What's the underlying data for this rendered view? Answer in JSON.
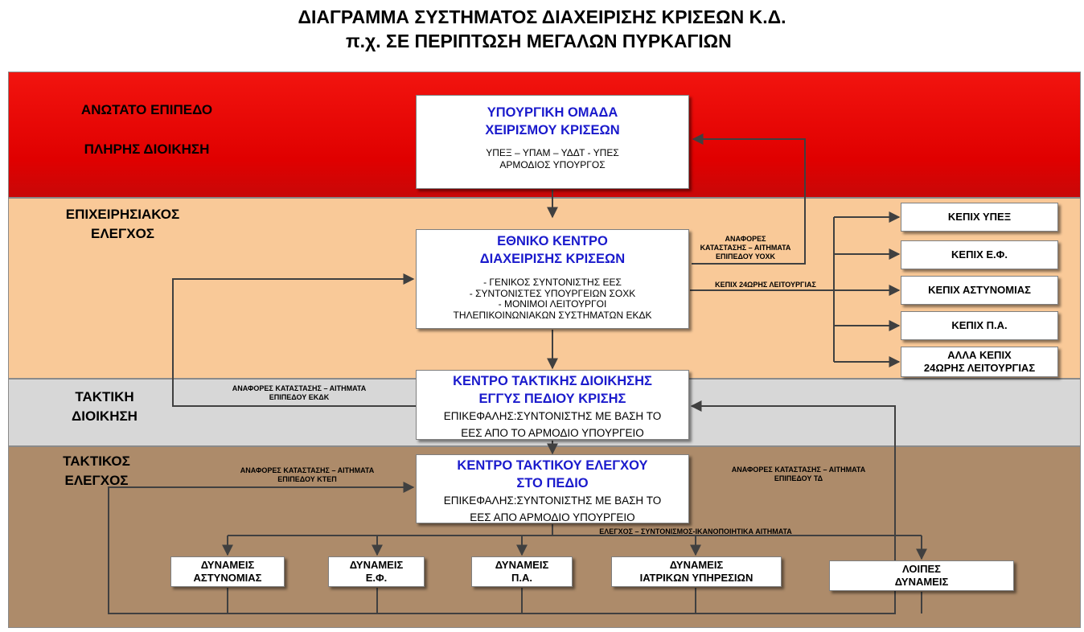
{
  "title": {
    "line1": "ΔΙΑΓΡΑΜΜΑ ΣΥΣΤΗΜΑΤΟΣ ΔΙΑΧΕΙΡΙΣΗΣ ΚΡΙΣΕΩΝ Κ.Δ.",
    "line2": "π.χ. ΣΕ ΠΕΡΙΠΤΩΣΗ ΜΕΓΑΛΩΝ ΠΥΡΚΑΓΙΩΝ"
  },
  "levels": {
    "top": {
      "line1": "ΑΝΩΤΑΤΟ ΕΠΙΠΕΔΟ",
      "line2": "ΠΛΗΡΗΣ ΔΙΟΙΚΗΣΗ"
    },
    "operational": {
      "line1": "ΕΠΙΧΕΙΡΗΣΙΑΚΟΣ",
      "line2": "ΕΛΕΓΧΟΣ"
    },
    "tactical_command": {
      "line1": "ΤΑΚΤΙΚΗ",
      "line2": "ΔΙΟΙΚΗΣΗ"
    },
    "tactical_control": {
      "line1": "ΤΑΚΤΙΚΟΣ",
      "line2": "ΕΛΕΓΧΟΣ"
    }
  },
  "boxes": {
    "ministerial": {
      "heading1": "ΥΠΟΥΡΓΙΚΗ ΟΜΑΔΑ",
      "heading2": "ΧΕΙΡΙΣΜΟΥ ΚΡΙΣΕΩΝ",
      "line1": "ΥΠΕΞ – ΥΠΑΜ – ΥΔΔΤ - ΥΠΕΣ",
      "line2": "ΑΡΜΟΔΙΟΣ ΥΠΟΥΡΓΟΣ"
    },
    "national": {
      "heading1": "ΕΘΝΙΚΟ ΚΕΝΤΡΟ",
      "heading2": "ΔΙΑΧΕΙΡΙΣΗΣ ΚΡΙΣΕΩΝ",
      "line1": "- ΓΕΝΙΚΟΣ ΣΥΝΤΟΝΙΣΤΗΣ ΕΕΣ",
      "line2": "- ΣΥΝΤΟΝΙΣΤΕΣ ΥΠΟΥΡΓΕΙΩΝ ΣΟΧΚ",
      "line3": "- ΜΟΝΙΜΟΙ ΛΕΙΤΟΥΡΓΟΙ",
      "line4": "ΤΗΛΕΠΙΚΟΙΝΩΝΙΑΚΩΝ ΣΥΣΤΗΜΑΤΩΝ ΕΚΔΚ"
    },
    "tactical_command": {
      "heading1": "ΚΕΝΤΡΟ ΤΑΚΤΙΚΗΣ ΔΙΟΙΚΗΣΗΣ",
      "heading2": "ΕΓΓΥΣ ΠΕΔΙΟΥ ΚΡΙΣΗΣ",
      "line1": "ΕΠΙΚΕΦΑΛΗΣ:ΣΥΝΤΟΝΙΣΤΗΣ ΜΕ ΒΑΣΗ ΤΟ",
      "line2": "ΕΕΣ ΑΠΟ ΤΟ ΑΡΜΟΔΙΟ ΥΠΟΥΡΓΕΙΟ"
    },
    "tactical_control": {
      "heading1": "ΚΕΝΤΡΟ ΤΑΚΤΙΚΟΥ ΕΛΕΓΧΟΥ",
      "heading2": "ΣΤΟ ΠΕΔΙΟ",
      "line1": "ΕΠΙΚΕΦΑΛΗΣ:ΣΥΝΤΟΝΙΣΤΗΣ ΜΕ ΒΑΣΗ ΤΟ",
      "line2": "ΕΕΣ ΑΠΟ ΑΡΜΟΔΙΟ ΥΠΟΥΡΓΕΙΟ"
    }
  },
  "kepix": [
    {
      "line1": "ΚΕΠΙΧ ΥΠΕΞ",
      "line2": ""
    },
    {
      "line1": "ΚΕΠΙΧ Ε.Φ.",
      "line2": ""
    },
    {
      "line1": "ΚΕΠΙΧ ΑΣΤΥΝΟΜΙΑΣ",
      "line2": ""
    },
    {
      "line1": "ΚΕΠΙΧ Π.Α.",
      "line2": ""
    },
    {
      "line1": "ΑΛΛΑ ΚΕΠΙΧ",
      "line2": "24ΩΡΗΣ ΛΕΙΤΟΥΡΓΙΑΣ"
    }
  ],
  "forces": [
    {
      "line1": "ΔΥΝΑΜΕΙΣ",
      "line2": "ΑΣΤΥΝΟΜΙΑΣ"
    },
    {
      "line1": "ΔΥΝΑΜΕΙΣ",
      "line2": "Ε.Φ."
    },
    {
      "line1": "ΔΥΝΑΜΕΙΣ",
      "line2": "Π.Α."
    },
    {
      "line1": "ΔΥΝΑΜΕΙΣ",
      "line2": "ΙΑΤΡΙΚΩΝ ΥΠΗΡΕΣΙΩΝ"
    },
    {
      "line1": "ΛΟΙΠΕΣ",
      "line2": "ΔΥΝΑΜΕΙΣ"
    }
  ],
  "notes": {
    "yoxk": {
      "line1": "ΑΝΑΦΟΡΕΣ",
      "line2": "ΚΑΤΑΣΤΑΣΗΣ – ΑΙΤΗΜΑΤΑ",
      "line3": "ΕΠΙΠΕΔΟΥ ΥΟΧΚ"
    },
    "kepix_24": "ΚΕΠΙΧ 24ΩΡΗΣ ΛΕΙΤΟΥΡΓΙΑΣ",
    "ekdk": {
      "line1": "ΑΝΑΦΟΡΕΣ ΚΑΤΑΣΤΑΣΗΣ – ΑΙΤΗΜΑΤΑ",
      "line2": "ΕΠΙΠΕΔΟΥ ΕΚΔΚ"
    },
    "ktep": {
      "line1": "ΑΝΑΦΟΡΕΣ ΚΑΤΑΣΤΑΣΗΣ – ΑΙΤΗΜΑΤΑ",
      "line2": "ΕΠΙΠΕΔΟΥ ΚΤΕΠ"
    },
    "td": {
      "line1": "ΑΝΑΦΟΡΕΣ ΚΑΤΑΣΤΑΣΗΣ – ΑΙΤΗΜΑΤΑ",
      "line2": "ΕΠΙΠΕΔΟΥ ΤΔ"
    },
    "control": "ΕΛΕΓΧΟΣ – ΣΥΝΤΟΝΙΣΜΟΣ-ΙΚΑΝΟΠΟΙΗΤΙΚΑ ΑΙΤΗΜΑΤΑ"
  },
  "colors": {
    "top_band": "#e00000",
    "operational_band": "#f9c998",
    "tactical_command_band": "#d7d7d7",
    "tactical_control_band": "#ad8b6a",
    "heading_text": "#1a1acc",
    "connector": "#404040"
  }
}
